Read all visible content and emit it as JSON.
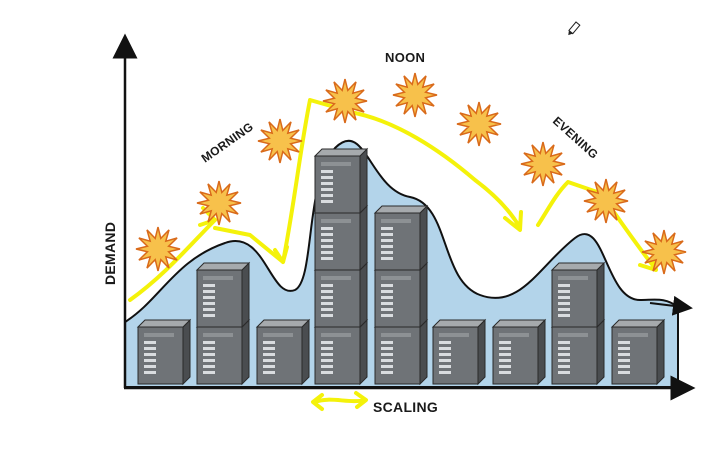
{
  "labels": {
    "y_axis": "DEMAND",
    "x_axis": "SCALING",
    "morning": "MORNING",
    "noon": "NOON",
    "evening": "EVENING"
  },
  "colors": {
    "area_fill": "#b3d4ea",
    "area_stroke": "#111111",
    "sun_fill": "#f7c14b",
    "sun_stroke": "#d96a1a",
    "arrow_yellow": "#f4f20a",
    "server_front": "#6f7377",
    "server_side": "#4a4d50",
    "server_top": "#a6aaad"
  },
  "servers": [
    {
      "column": 1,
      "units": 1
    },
    {
      "column": 2,
      "units": 2
    },
    {
      "column": 3,
      "units": 1
    },
    {
      "column": 4,
      "units": 4
    },
    {
      "column": 5,
      "units": 3
    },
    {
      "column": 6,
      "units": 1
    },
    {
      "column": 7,
      "units": 1
    },
    {
      "column": 8,
      "units": 2
    },
    {
      "column": 9,
      "units": 1
    }
  ],
  "icons": [
    "sun-icon",
    "server-icon",
    "pencil-cursor-icon",
    "double-arrow-icon"
  ]
}
